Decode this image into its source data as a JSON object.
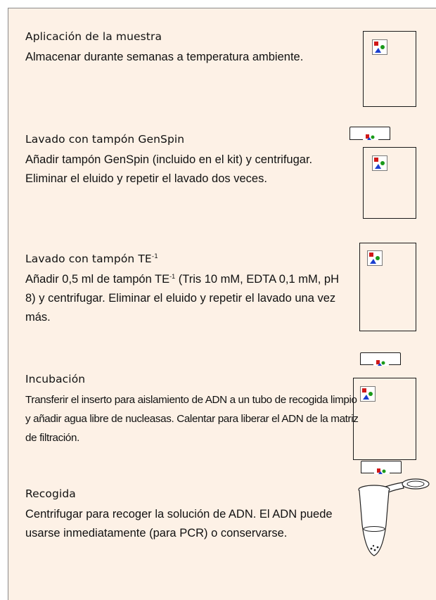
{
  "steps": [
    {
      "title": "Aplicación de la muestra",
      "text": "Almacenar durante semanas a temperatura ambiente."
    },
    {
      "title": "Lavado con tampón GenSpin",
      "text": "Añadir tampón GenSpin (incluido en el kit) y centrifugar. Eliminar el eluido y repetir el lavado dos veces."
    },
    {
      "title_main": "Lavado con tampón TE",
      "title_sup": "-1",
      "text_a": "Añadir 0,5 ml de tampón TE",
      "text_sup": "-1",
      "text_b": " (Tris 10 mM, EDTA 0,1 mM, pH 8) y centrifugar. Eliminar el eluido y repetir el lavado una vez más."
    },
    {
      "title": "Incubación",
      "text": "Transferir el inserto para aislamiento de ADN a un tubo de recogida limpio y añadir agua libre de nucleasas. Calentar para liberar el ADN de la matriz de filtración."
    },
    {
      "title": "Recogida",
      "text": "Centrifugar para recoger la solución de ADN. El ADN puede usarse inmediatamente (para PCR) o conservarse."
    }
  ],
  "icons": {
    "broken_image": "broken-image-icon",
    "tube": "microcentrifuge-tube-icon"
  },
  "colors": {
    "panel_background": "#fdf1e6",
    "border": "#1a1a1a"
  }
}
